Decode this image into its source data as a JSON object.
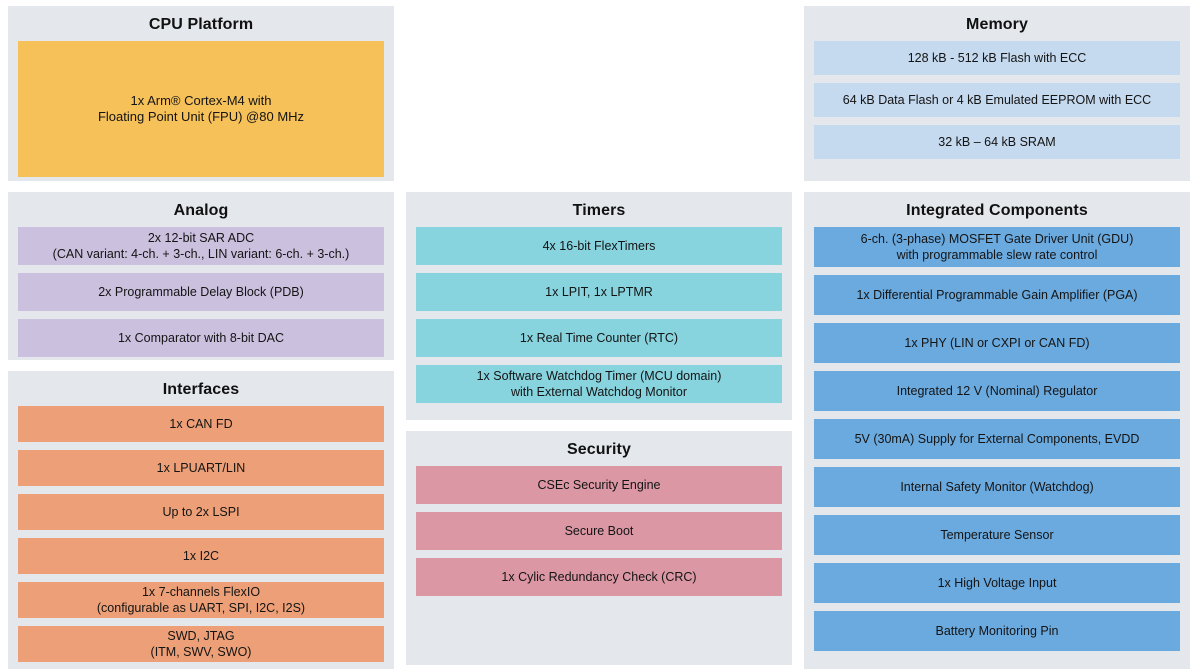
{
  "sections": {
    "cpu_platform": {
      "title": "CPU Platform",
      "blocks": [
        "1x Arm® Cortex-M4 with\nFloating Point Unit (FPU) @80 MHz"
      ],
      "color": "#f7c15a"
    },
    "memory": {
      "title": "Memory",
      "blocks": [
        "128 kB - 512 kB Flash with ECC",
        "64 kB Data Flash or 4 kB Emulated EEPROM with ECC",
        "32 kB – 64 kB SRAM"
      ],
      "color": "#c5d9ef"
    },
    "analog": {
      "title": "Analog",
      "blocks": [
        "2x 12-bit SAR ADC\n(CAN variant: 4-ch. + 3-ch., LIN variant: 6-ch. + 3-ch.)",
        "2x Programmable Delay Block (PDB)",
        "1x Comparator with 8-bit DAC"
      ],
      "color": "#cbc1df"
    },
    "interfaces": {
      "title": "Interfaces",
      "blocks": [
        "1x CAN FD",
        "1x LPUART/LIN",
        "Up to 2x LSPI",
        "1x I2C",
        "1x 7-channels FlexIO\n(configurable as UART, SPI, I2C, I2S)",
        "SWD, JTAG\n(ITM, SWV, SWO)"
      ],
      "color": "#eda077"
    },
    "timers": {
      "title": "Timers",
      "blocks": [
        "4x 16-bit FlexTimers",
        "1x LPIT, 1x LPTMR",
        "1x Real Time Counter (RTC)",
        "1x Software Watchdog Timer (MCU domain)\nwith External Watchdog Monitor"
      ],
      "color": "#87d3de"
    },
    "security": {
      "title": "Security",
      "blocks": [
        "CSEc Security Engine",
        "Secure Boot",
        "1x Cylic Redundancy Check (CRC)"
      ],
      "color": "#db97a4"
    },
    "integrated_components": {
      "title": "Integrated Components",
      "blocks": [
        "6-ch. (3-phase) MOSFET Gate Driver Unit (GDU)\nwith programmable slew rate control",
        "1x Differential Programmable Gain Amplifier (PGA)",
        "1x PHY (LIN or CXPI or CAN FD)",
        "Integrated 12 V (Nominal) Regulator",
        "5V (30mA) Supply for External Components, EVDD",
        "Internal Safety Monitor (Watchdog)",
        "Temperature Sensor",
        "1x High Voltage Input",
        "Battery Monitoring Pin"
      ],
      "color": "#6baadf"
    }
  },
  "palette": {
    "page_background": "#ffffff",
    "panel_background": "#e4e8ec",
    "text": "#141414"
  }
}
